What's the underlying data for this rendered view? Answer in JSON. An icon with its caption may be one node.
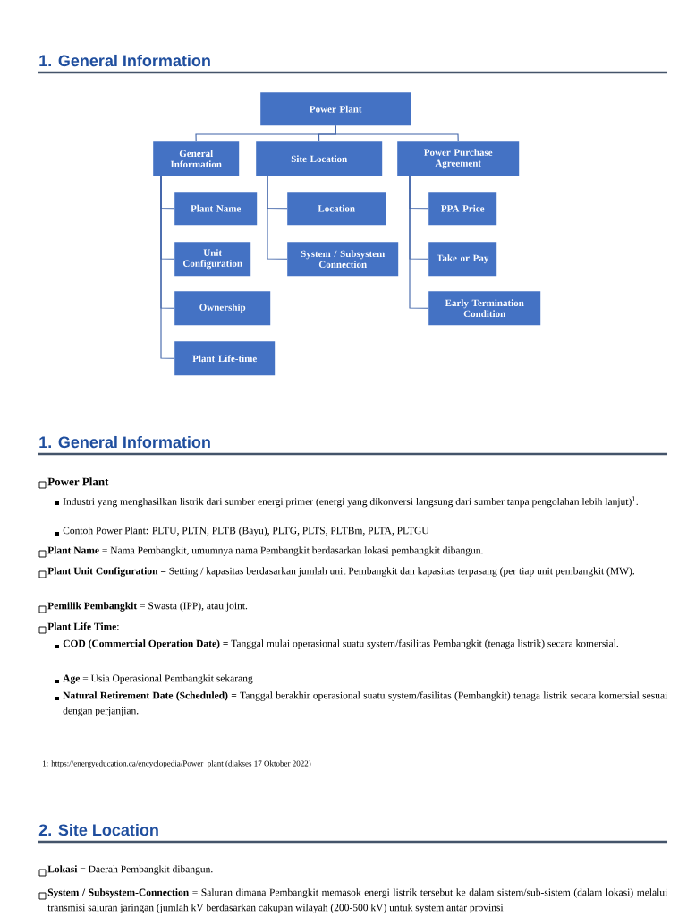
{
  "diagram": {
    "title": "1. General Information",
    "nodes": [
      {
        "text": [
          "Power Plant"
        ]
      },
      {
        "text": [
          "General Information"
        ]
      },
      {
        "text": [
          "Site Location"
        ]
      },
      {
        "text": [
          "Power Purchase Agreement"
        ]
      },
      {
        "text": [
          "Plant Name"
        ]
      },
      {
        "text": [
          "Unit Configuration"
        ]
      },
      {
        "text": [
          "Ownership"
        ]
      },
      {
        "text": [
          "Plant Life-time"
        ]
      },
      {
        "text": [
          "Location"
        ]
      },
      {
        "text": [
          "System / Subsystem Connection"
        ]
      },
      {
        "text": [
          "PPA Price"
        ]
      },
      {
        "text": [
          "Take or Pay"
        ]
      },
      {
        "text": [
          "Early Termination Condition"
        ]
      }
    ],
    "edges": [
      {
        "from": 0,
        "to": 1,
        "arrow": "none"
      },
      {
        "from": 0,
        "to": 2,
        "arrow": "none"
      },
      {
        "from": 0,
        "to": 3,
        "arrow": "none"
      },
      {
        "from": 1,
        "to": 4,
        "arrow": "none"
      },
      {
        "from": 1,
        "to": 5,
        "arrow": "none"
      },
      {
        "from": 1,
        "to": 6,
        "arrow": "none"
      },
      {
        "from": 1,
        "to": 7,
        "arrow": "none"
      },
      {
        "from": 2,
        "to": 8,
        "arrow": "none"
      },
      {
        "from": 2,
        "to": 9,
        "arrow": "none"
      },
      {
        "from": 3,
        "to": 10,
        "arrow": "none"
      },
      {
        "from": 3,
        "to": 11,
        "arrow": "none"
      },
      {
        "from": 3,
        "to": 12,
        "arrow": "none"
      }
    ],
    "labels": [
      "1. General Information",
      "Power Plant",
      "Industri yang menghasilkan listrik dari sumber energi primer (energi yang dikonversi langsung dari sumber tanpa pengolahan lebih lanjut)$^{1}$.",
      "Contoh Power Plant: PLTU, PLTN, PLTB (Bayu), PLTG, PLTS, PLTBm, PLTA, PLTGU",
      "**Plant Name** = Nama Pembangkit, umumnya nama Pembangkit berdasarkan lokasi pembangkit dibangun.",
      "**Plant Unit Configuration** = Setting / kapasitas berdasarkan jumlah unit Pembangkit dan kapasitas terpasang (per tiap unit pembangkit (MW).",
      "**Pemilik Pembangkit** = Swasta (IPP), atau joint.",
      "**Plant Life Time**:",
      "**COD (Commercial Operation Date)** = Tanggal mulai operasional suatu system/fasilitas Pembangkit (tenaga listrik) secara komersial.",
      "**Age** = Usia Operasional Pembangkit sekarang",
      "**Natural Retirement Date (Scheduled)** = Tanggal berakhir operasional suatu system/fasilitas (Pembangkit) tenaga listrik secara komersial sesuai dengan perjanjian.",
      "1: https://energyeducation.ca/encyclopedia/Power_plant (diakses 17 Oktober 2022)",
      "2. Site Location",
      "**Lokasi** = Daerah Pembangkit dibangun.",
      "**System / Subsystem-Connection** = Saluran dimana Pembangkit memasok energi listrik tersebut ke dalam sistem/sub-sistem (dalam lokasi) melalui transmisi saluran jaringan (jumlah kV berdasarkan cakupan wilayah (200-500 kV) untuk system antar provinsi"
    ]
  }
}
